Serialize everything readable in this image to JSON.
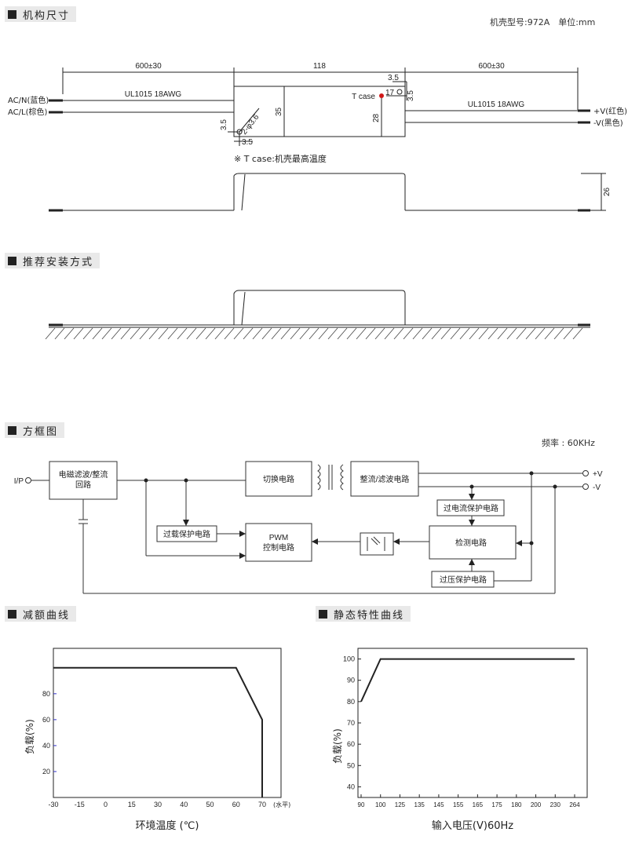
{
  "sections": {
    "dimensions": "机构尺寸",
    "mounting": "推荐安装方式",
    "block": "方框图",
    "derating": "减额曲线",
    "static": "静态特性曲线"
  },
  "case_info": "机壳型号:972A　单位:mm",
  "freq": "频率 : 60KHz",
  "dim": {
    "left_len": "600±30",
    "body_len": "118",
    "right_len": "600±30",
    "wire_l": "UL1015 18AWG",
    "wire_r": "UL1015 18AWG",
    "acn": "AC/N(蓝色)",
    "acl": "AC/L(棕色)",
    "vpos": "+V(红色)",
    "vneg": "-V(黑色)",
    "tcase": "T case",
    "hole": "2-φ3.6",
    "d35a": "3.5",
    "d35b": "3.5",
    "d35c": "3.5",
    "d35d": "3.5",
    "d35": "35",
    "d28": "28",
    "d17": "17",
    "d26": "26",
    "tcase_note": "※ T case:机壳最高温度"
  },
  "block": {
    "ip": "I/P",
    "emi": "电磁滤波/整流",
    "emi2": "回路",
    "switch": "切换电路",
    "rect": "整流/滤波电路",
    "ocp": "过电流保护电路",
    "olp": "过载保护电路",
    "pwm": "PWM",
    "pwm2": "控制电路",
    "detect": "检测电路",
    "ovp": "过压保护电路",
    "out_pos": "+V",
    "out_neg": "-V"
  },
  "chart_data": [
    {
      "type": "line",
      "title": "减额曲线",
      "xlabel": "环境温度 (℃)",
      "ylabel": "负载(%)",
      "x_unit_note": "(水平)",
      "x_ticks": [
        "-30",
        "-15",
        "0",
        "15",
        "30",
        "40",
        "50",
        "60",
        "70"
      ],
      "y_ticks": [
        "20",
        "40",
        "60",
        "80"
      ],
      "series": [
        {
          "x": [
            "-30",
            "60",
            "70",
            "70"
          ],
          "y": [
            100,
            100,
            60,
            0
          ]
        }
      ]
    },
    {
      "type": "line",
      "title": "静态特性曲线",
      "xlabel": "输入电压(V)60Hz",
      "ylabel": "负载(%)",
      "x_ticks": [
        "90",
        "100",
        "125",
        "135",
        "145",
        "155",
        "165",
        "175",
        "180",
        "200",
        "230",
        "264"
      ],
      "y_ticks": [
        "40",
        "50",
        "60",
        "70",
        "80",
        "90",
        "100"
      ],
      "series": [
        {
          "x": [
            "90",
            "100",
            "264"
          ],
          "y": [
            80,
            100,
            100
          ]
        }
      ]
    }
  ]
}
